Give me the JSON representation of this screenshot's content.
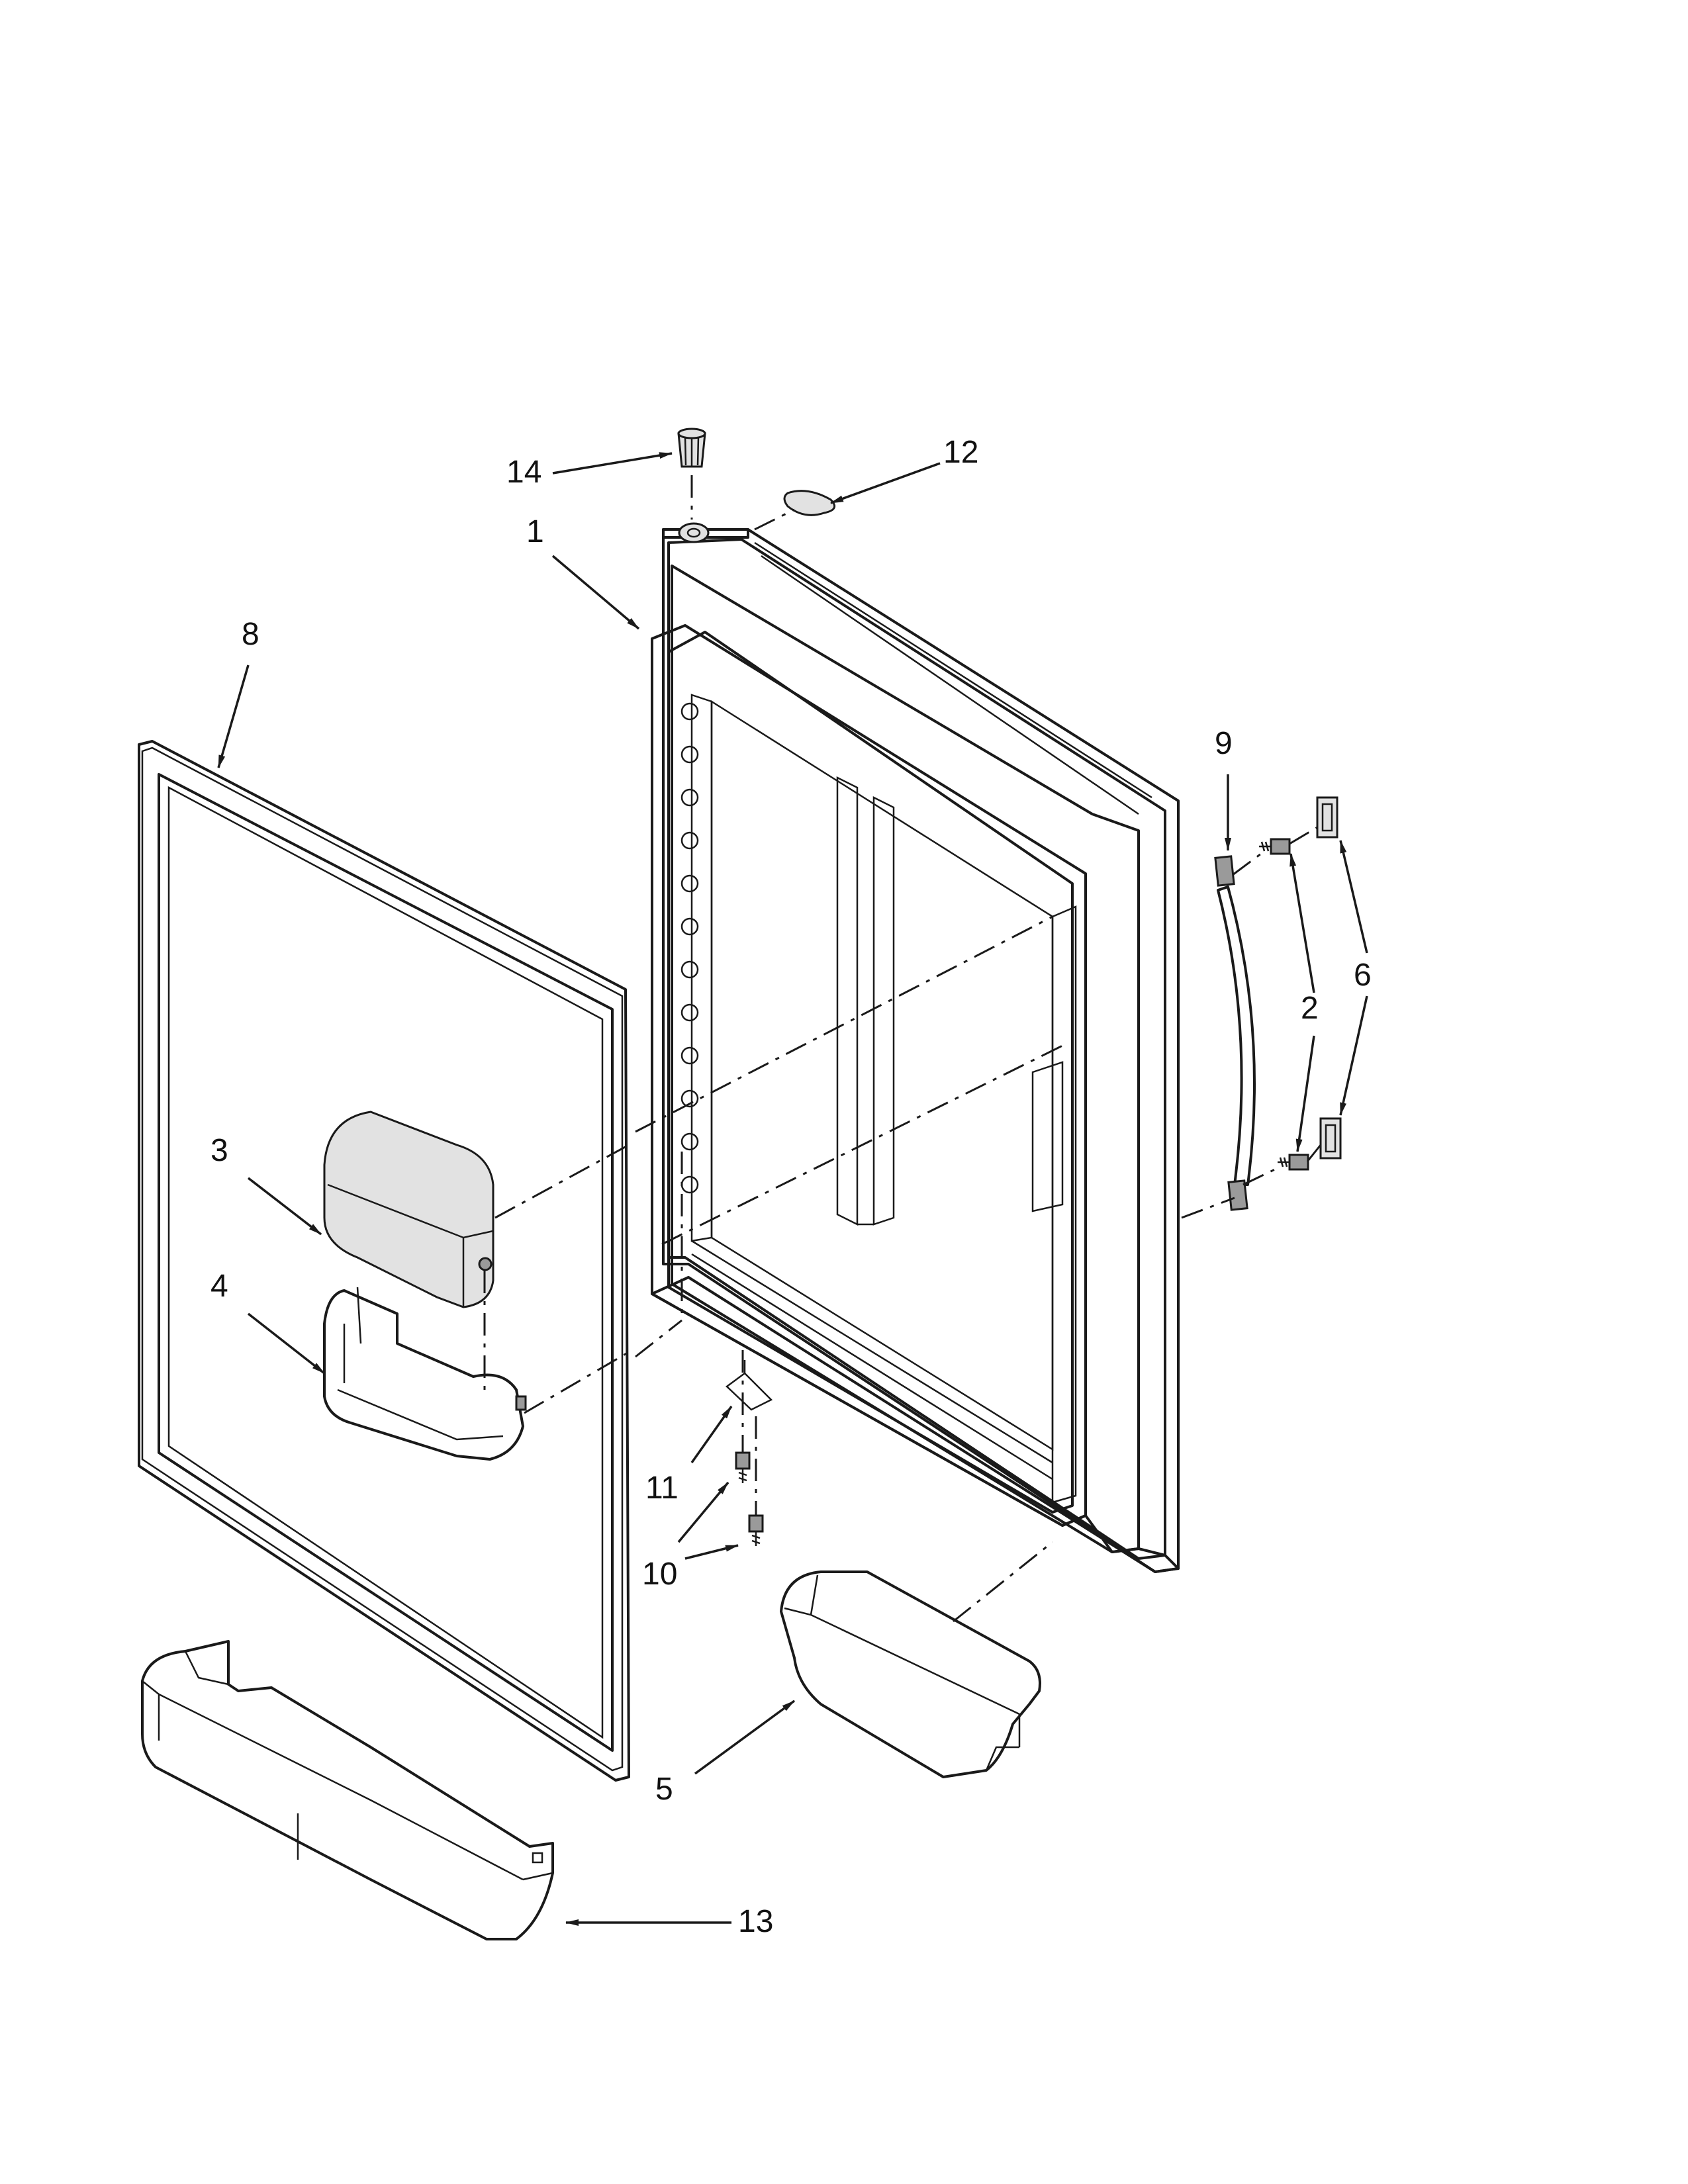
{
  "callouts": {
    "c1": "1",
    "c2": "2",
    "c3": "3",
    "c4": "4",
    "c5": "5",
    "c6": "6",
    "c8": "8",
    "c9": "9",
    "c10": "10",
    "c11": "11",
    "c12": "12",
    "c13": "13",
    "c14": "14"
  }
}
